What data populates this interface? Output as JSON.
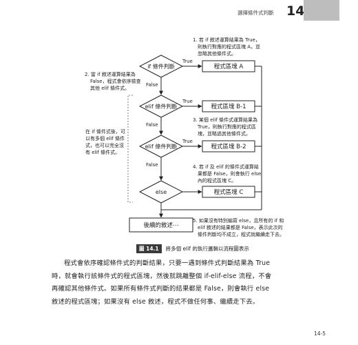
{
  "header": {
    "section_title": "選擇條件式判斷",
    "chapter_number": "14"
  },
  "flowchart": {
    "decisions": [
      "if 條件判斷",
      "elif 條件判斷",
      "elif 條件判斷",
      "else"
    ],
    "blocks": [
      "程式區塊 A",
      "程式區塊 B-1",
      "程式區塊 B-2",
      "程式區塊 C"
    ],
    "next_statement": "後續的敘述⋯",
    "true_label": "True",
    "false_label": "False",
    "notes": {
      "note1": [
        "1. 若 if 敘述運算結果為 True，",
        "則執行對應的程式區塊 A，並",
        "忽略其他條件式。"
      ],
      "note2": [
        "2. 當 if 敘述運算結果為",
        "False，程式會依序檢查",
        "其他 elif 條件式。"
      ],
      "note_side": [
        "在 if 條件式後，可",
        "以有多個 elif 條件",
        "式，也可以完全沒",
        "有 elif 條件式。"
      ],
      "note3": [
        "3. 某個 elif 條件式運算結果為",
        "True，則執行對應的程式區",
        "塊，並略過其他條件式。"
      ],
      "note4": [
        "4. 若 if 及 elif 的條件式運算結",
        "果都是 False，則會執行 else",
        "內的程式區塊 C。"
      ],
      "note5": [
        "5. 如果沒有特別編寫 else，且所有的 if 和",
        "elif 敘述的結果都是 False，表示此次的",
        "條件判斷均不成立，程式就繼續走下去。"
      ]
    }
  },
  "figure": {
    "label": "圖 14.1",
    "caption": "將多個 elif 的執行邏輯以流程圖表示"
  },
  "body": {
    "lines": [
      "程式會依序確認條件式的判斷結果，只要一遇到條件式判斷結果為 True",
      "時，就會執行該條件式的程式區塊，然後就跳離整個 if-elif-else 流程，不會",
      "再確認其他條件式。如果所有條件式判斷的結果都是 False，則會執行 else",
      "敘述的程式區塊；如果沒有 else 敘述，程式不做任何事、繼續走下去。"
    ]
  },
  "footer": {
    "page_number": "14-5"
  }
}
